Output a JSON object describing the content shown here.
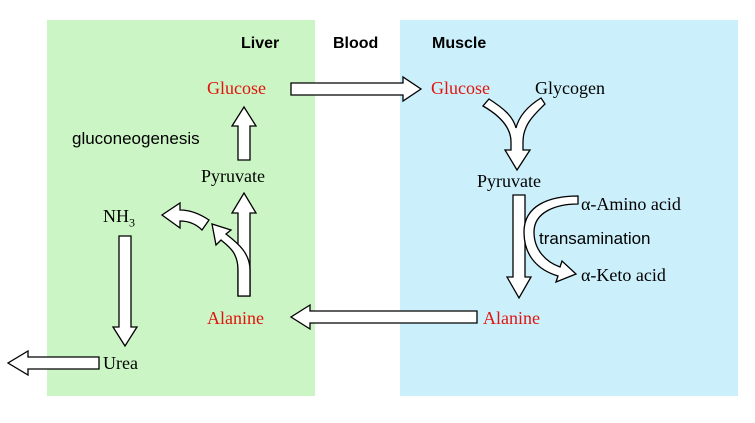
{
  "regions": {
    "liver": "Liver",
    "blood": "Blood",
    "muscle": "Muscle"
  },
  "liver": {
    "glucose": "Glucose",
    "gluconeogenesis": "gluconeogenesis",
    "pyruvate": "Pyruvate",
    "nh3_base": "NH",
    "nh3_sub": "3",
    "alanine": "Alanine",
    "urea": "Urea"
  },
  "muscle": {
    "glucose": "Glucose",
    "glycogen": "Glycogen",
    "pyruvate": "Pyruvate",
    "amino_acid": "α-Amino acid",
    "transamination": "transamination",
    "keto_acid": "α-Keto acid",
    "alanine": "Alanine"
  },
  "colors": {
    "liver_bg": "#ccf5c5",
    "muscle_bg": "#ccf0fb",
    "highlight": "#e0140f"
  }
}
